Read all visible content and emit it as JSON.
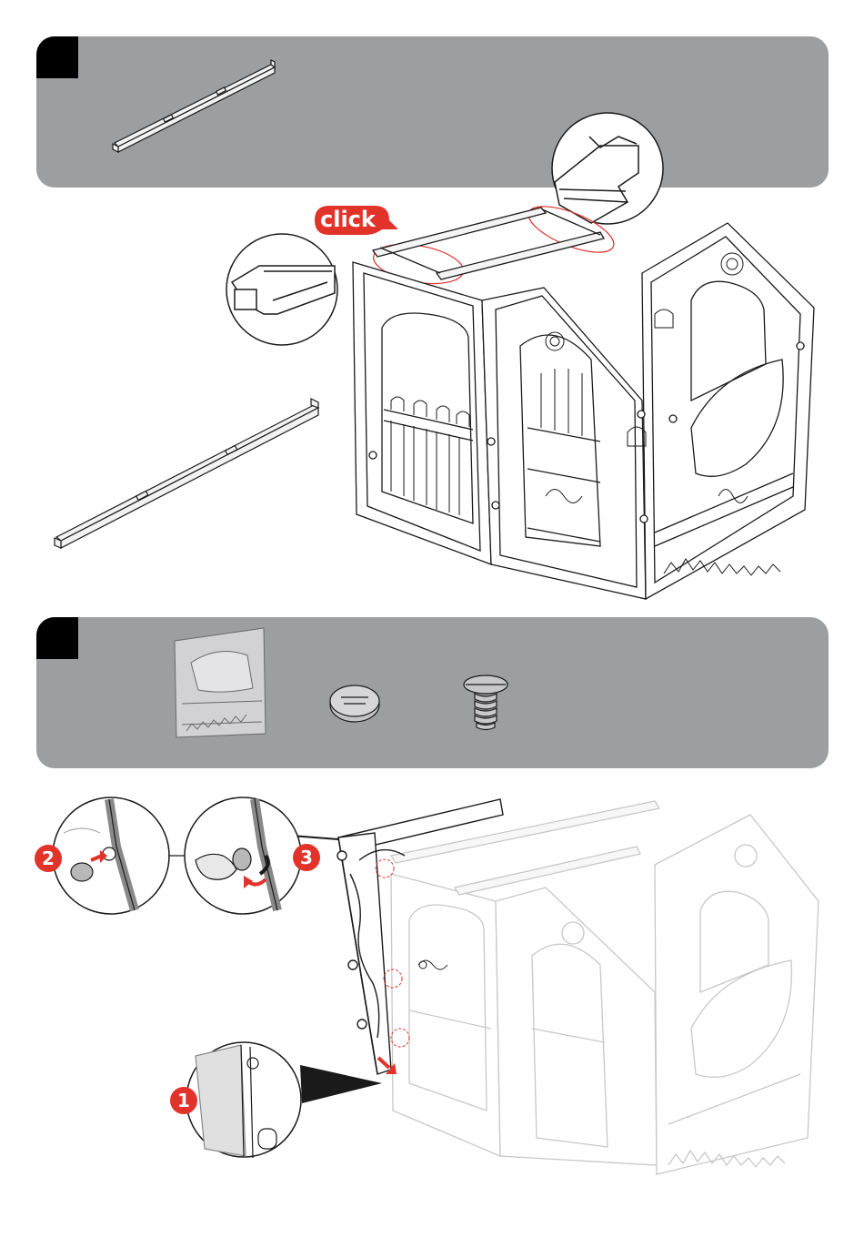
{
  "step1": {
    "number": ""
  },
  "step2": {
    "number": ""
  },
  "callout": {
    "click_label": "click"
  },
  "badges": {
    "one": "1",
    "two": "2",
    "three": "3"
  },
  "colors": {
    "panel": "#9d9ea0",
    "accent": "#e2332a",
    "line": "#1a1a1a",
    "faded": "#c8c8c8"
  },
  "icons": [
    "rail-part-icon",
    "wall-panel-part-icon",
    "cap-part-icon",
    "screw-part-icon",
    "playhouse-frame-icon",
    "detail-magnifier-icon",
    "direction-arrow-icon"
  ]
}
